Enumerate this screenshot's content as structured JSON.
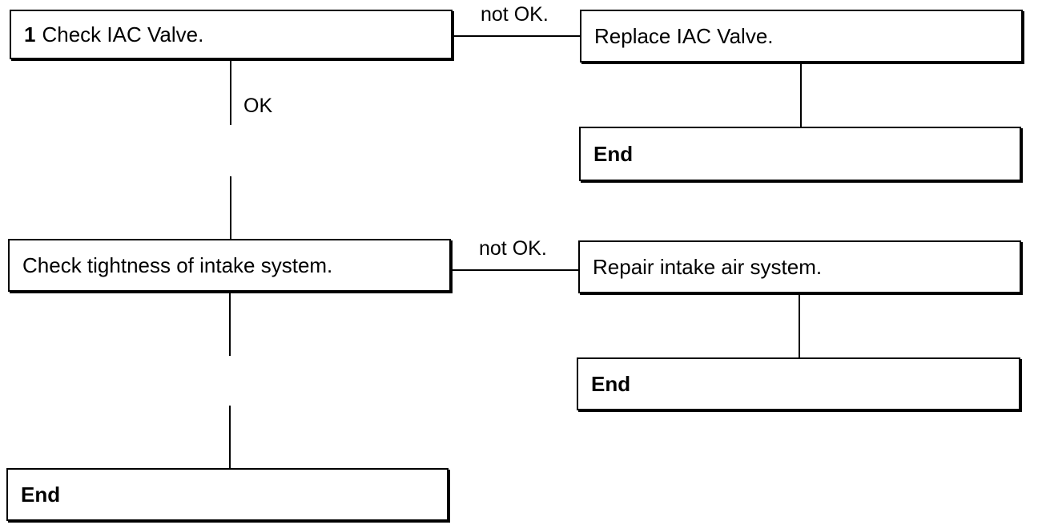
{
  "step1": {
    "number": "1",
    "text": "Check IAC Valve."
  },
  "step1_fail": {
    "label": "not OK.",
    "action": "Replace IAC Valve.",
    "end": "End"
  },
  "step1_pass": {
    "label": "OK"
  },
  "step2": {
    "text": "Check tightness of intake system."
  },
  "step2_fail": {
    "label": "not OK.",
    "action": "Repair intake air system.",
    "end": "End"
  },
  "step2_pass": {
    "end": "End"
  }
}
